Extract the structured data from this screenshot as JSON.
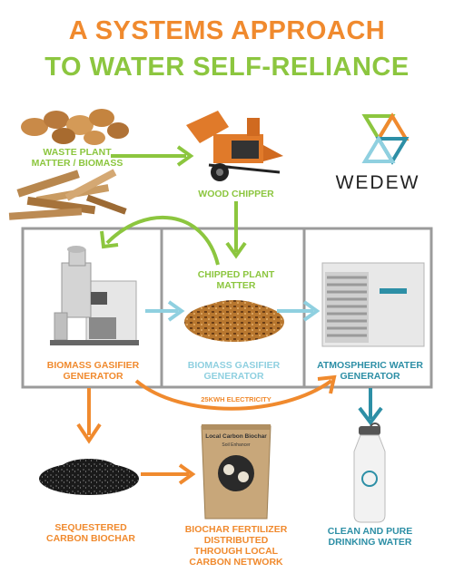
{
  "title": {
    "line1": "A SYSTEMS APPROACH",
    "line2": "TO WATER SELF-RELIANCE"
  },
  "logo": {
    "text": "WEDEW"
  },
  "labels": {
    "waste": [
      "WASTE PLANT",
      "MATTER / BIOMASS"
    ],
    "chipper": "WOOD CHIPPER",
    "chipped": [
      "CHIPPED PLANT",
      "MATTER"
    ],
    "gasifier1": [
      "BIOMASS GASIFIER",
      "GENERATOR"
    ],
    "gasifier2": [
      "BIOMASS GASIFIER",
      "GENERATOR"
    ],
    "awg": [
      "ATMOSPHERIC WATER",
      "GENERATOR"
    ],
    "electricity": "25KWH ELECTRICITY",
    "biochar": [
      "SEQUESTERED",
      "CARBON BIOCHAR"
    ],
    "fertilizer": [
      "BIOCHAR FERTILIZER",
      "DISTRIBUTED",
      "THROUGH LOCAL",
      "CARBON NETWORK"
    ],
    "water": [
      "CLEAN AND PURE",
      "DRINKING WATER"
    ]
  },
  "bag": {
    "title": "Local Carbon Biochar",
    "subtitle": "Soil Enhancer"
  },
  "colors": {
    "orange": "#f08a2e",
    "green": "#8cc63f",
    "blue": "#2d8fa6",
    "lightblue": "#8fd0e0",
    "frame": "#9b9b9b"
  }
}
